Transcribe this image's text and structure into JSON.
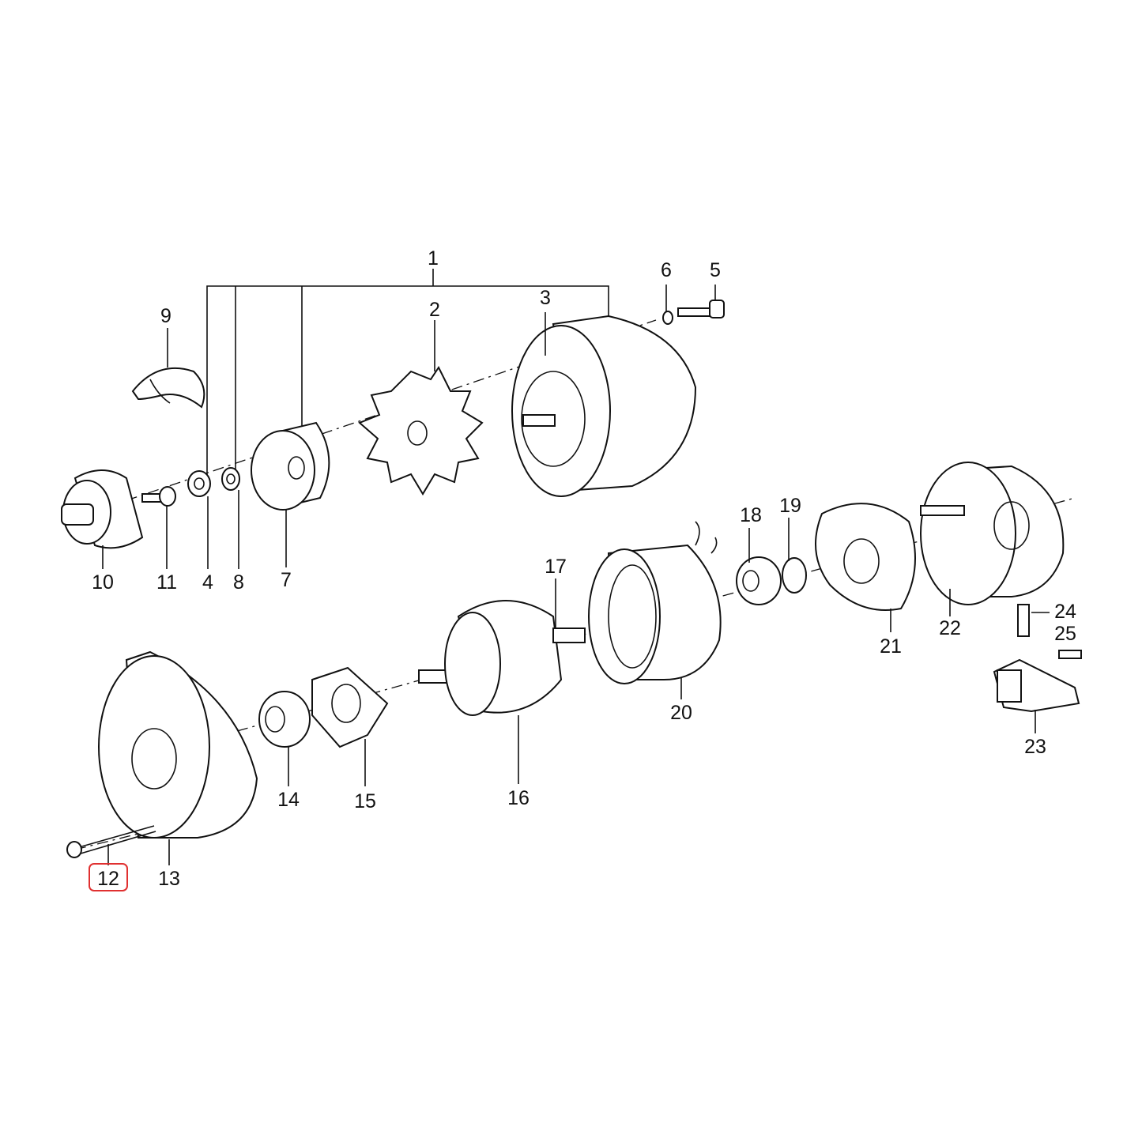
{
  "diagram": {
    "title": "Alternator exploded view",
    "highlight_color": "#e03030",
    "highlighted_part": "12",
    "callouts": [
      "1",
      "2",
      "3",
      "4",
      "5",
      "6",
      "7",
      "8",
      "9",
      "10",
      "11",
      "12",
      "13",
      "14",
      "15",
      "16",
      "17",
      "18",
      "19",
      "20",
      "21",
      "22",
      "23",
      "24",
      "25"
    ]
  }
}
